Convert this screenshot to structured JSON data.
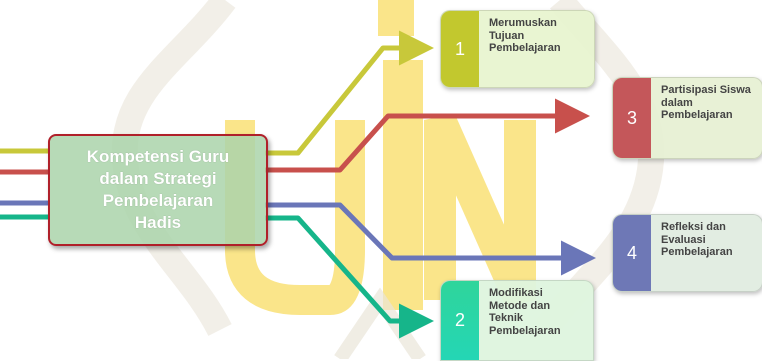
{
  "diagram": {
    "center": {
      "label": "Kompetensi Guru\ndalam Strategi\nPembelajaran\nHadis"
    },
    "nodes": [
      {
        "id": "n1",
        "number": "1",
        "label": "Merumuskan\nTujuan\nPembelajaran",
        "color": "#c2c82e"
      },
      {
        "id": "n3",
        "number": "3",
        "label": "Partisipasi Siswa\ndalam\nPembelajaran",
        "color": "#c4575a"
      },
      {
        "id": "n4",
        "number": "4",
        "label": "Refleksi dan\nEvaluasi\nPembelajaran",
        "color": "#6e78b6"
      },
      {
        "id": "n2",
        "number": "2",
        "label": "Modifikasi\nMetode dan\nTeknik\nPembelajaran",
        "color": "#2fd59b"
      }
    ]
  },
  "watermark": {
    "text": "UIN",
    "color": "#f6d33a"
  }
}
